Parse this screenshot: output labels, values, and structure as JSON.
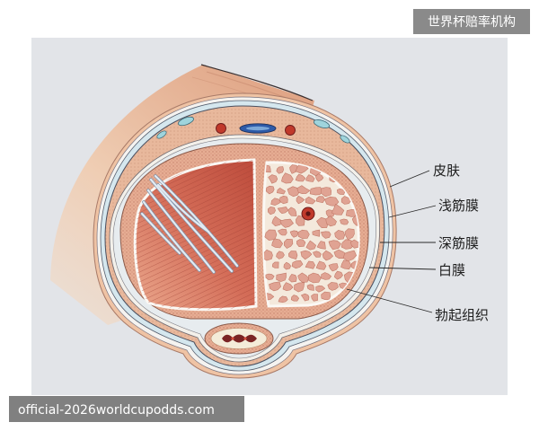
{
  "labels": [
    "皮肤",
    "浅筋膜",
    "深筋膜",
    "白膜",
    "勃起组织"
  ],
  "watermark": {
    "top_right": "世界杯赔率机构",
    "bottom_left": "official-2026worldcupodds.com"
  },
  "colors": {
    "background": "#ffffff",
    "panel": "#e2e4e8",
    "skin": "#efc3a4",
    "tunica": "#e6ad93",
    "erectile_tissue": "#e0a393",
    "artery": "#c0392b",
    "vein": "#2d5aa8",
    "watermark_bg": "#7a7a7a"
  }
}
